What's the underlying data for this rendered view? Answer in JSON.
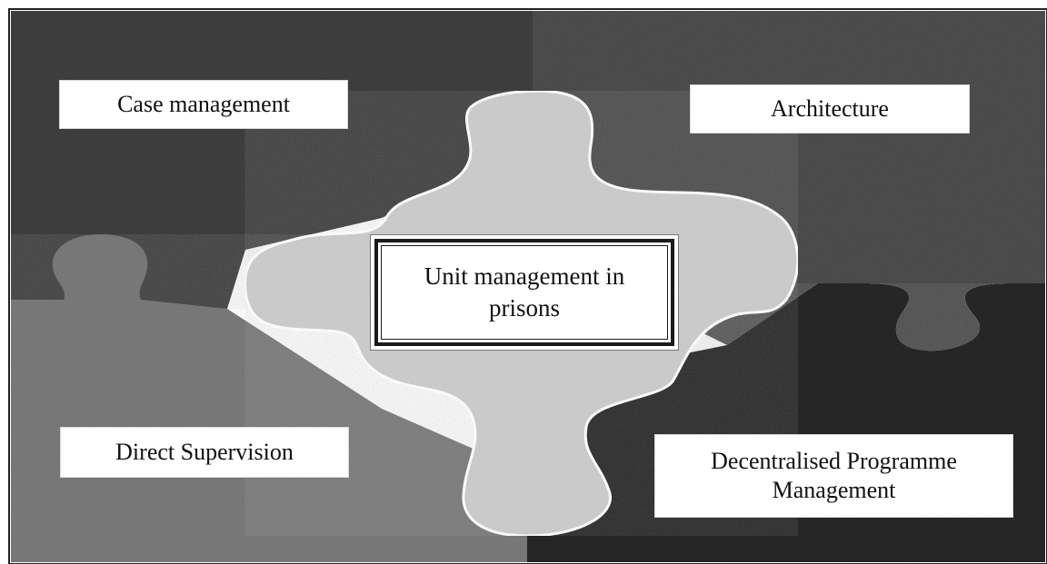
{
  "diagram": {
    "center": {
      "label": "Unit management in prisons"
    },
    "pieces": [
      {
        "id": "top-left",
        "label": "Case management",
        "color": "#3f3f3f"
      },
      {
        "id": "top-right",
        "label": "Architecture",
        "color": "#4d4d4d"
      },
      {
        "id": "bottom-left",
        "label": "Direct Supervision",
        "color": "#7a7a7a"
      },
      {
        "id": "bottom-right",
        "label": "Decentralised Programme Management",
        "color": "#262626"
      }
    ],
    "center_piece_color": "#cfcfcf"
  }
}
